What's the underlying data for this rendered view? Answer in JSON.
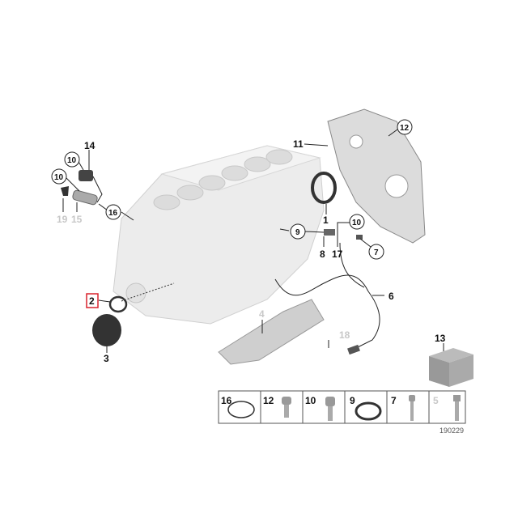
{
  "diagram_id": "190229",
  "callouts": {
    "c14": "14",
    "c10a": "10",
    "c10b": "10",
    "c19": "19",
    "c15": "15",
    "c16": "16",
    "c11": "11",
    "c12": "12",
    "c1": "1",
    "c10c": "10",
    "c9": "9",
    "c8": "8",
    "c17": "17",
    "c7": "7",
    "c6": "6",
    "c2": "2",
    "c3": "3",
    "c4": "4",
    "c18": "18",
    "c13": "13"
  },
  "legend": [
    {
      "num": "16",
      "part": "o-ring"
    },
    {
      "num": "12",
      "part": "bolt"
    },
    {
      "num": "10",
      "part": "bolt"
    },
    {
      "num": "9",
      "part": "seal-ring"
    },
    {
      "num": "7",
      "part": "bolt"
    },
    {
      "num": "5",
      "part": "screw"
    }
  ],
  "colors": {
    "highlight": "#d9232d",
    "faded": "#c8c8c8"
  }
}
